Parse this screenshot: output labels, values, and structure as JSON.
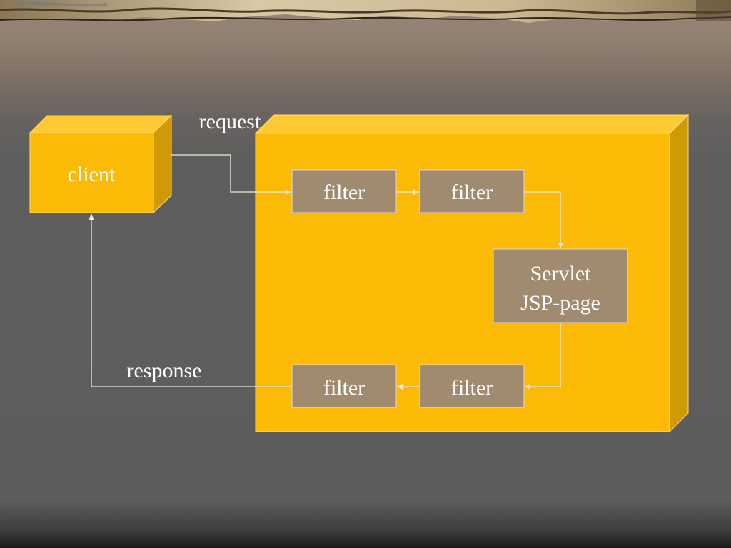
{
  "diagram": {
    "client_label": "client",
    "request_label": "request",
    "response_label": "response",
    "filters": {
      "request_1": "filter",
      "request_2": "filter",
      "response_1": "filter",
      "response_2": "filter"
    },
    "servlet": {
      "line1": "Servlet",
      "line2": "JSP-page"
    }
  },
  "colors": {
    "box_front": "#fbba06",
    "box_top": "#ffc933",
    "box_side": "#cf9a06",
    "filter_fill": "#a08a70",
    "arrow": "#f2ead8"
  }
}
